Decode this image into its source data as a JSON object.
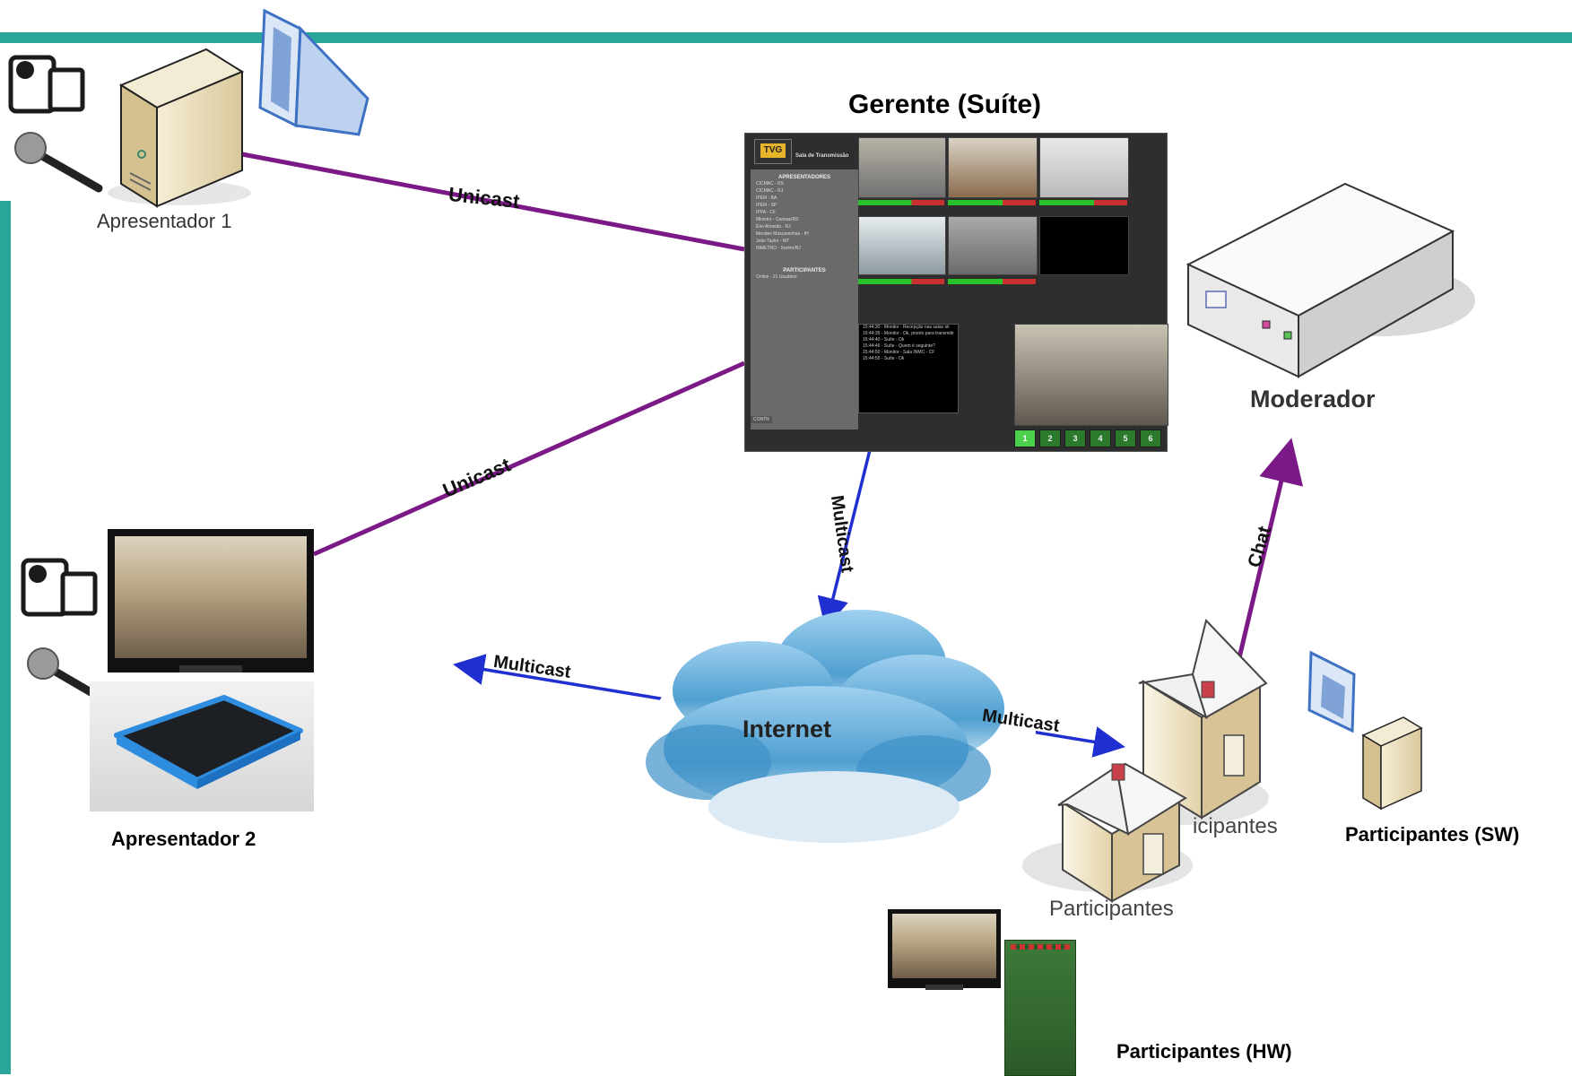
{
  "nodes": {
    "apresentador1": "Apresentador 1",
    "gerente_title": "Gerente (Suíte)",
    "moderador": "Moderador",
    "apresentador2": "Apresentador 2",
    "internet": "Internet",
    "participantes_back": "icipantes",
    "participantes_front": "Participantes",
    "participantes_sw": "Participantes (SW)",
    "participantes_hw": "Participantes (HW)"
  },
  "connections": {
    "unicast_top": "Unicast",
    "unicast_mid": "Unicast",
    "multicast_down": "Multicast",
    "multicast_left": "Multicast",
    "multicast_right": "Multicast",
    "chat": "Chat"
  },
  "suite_screen": {
    "logo": "TVG",
    "title": "Sala de Transmissão",
    "presenters_header": "APRESENTADORES",
    "presenters": [
      "CICMAC - RS",
      "CICMAC - RJ",
      "IPEM - BA",
      "IPEM - SP",
      "IPPA - CF",
      "Ministro - Canoas/RS",
      "Ério Almeida - RJ",
      "Mendes Mascarenhas - IH",
      "João Taylor - MT",
      "INMETRO - Xerém/RJ"
    ],
    "participants_header": "PARTICIPANTES",
    "participants_summary": "Online - 21 Usuários",
    "chat_lines": [
      "15:44:30 - Monitor - Recepção nas salas ok",
      "15:44:35 - Monitor - Ok, pronto para transmitir",
      "15:44:40 - Suíte - Ok",
      "15:44:46 - Suíte - Quem é seguinte?",
      "15:44:50 - Monitor - Sala INMC - CF",
      "15:44:55 - Suíte - Ok"
    ],
    "bottom_label": "CONTR",
    "buttons": [
      "1",
      "2",
      "3",
      "4",
      "5",
      "6"
    ]
  },
  "colors": {
    "accent_bar": "#2aa59a",
    "unicast_line": "#7b1a86",
    "multicast_line": "#1f2fd0",
    "chat_arrow": "#7b1a86"
  },
  "icons": [
    "video-camera-icon",
    "microphone-icon",
    "server-tower-icon",
    "crt-monitor-icon",
    "cloud-icon",
    "house-icon",
    "desktop-pc-icon",
    "moderator-box-icon"
  ]
}
